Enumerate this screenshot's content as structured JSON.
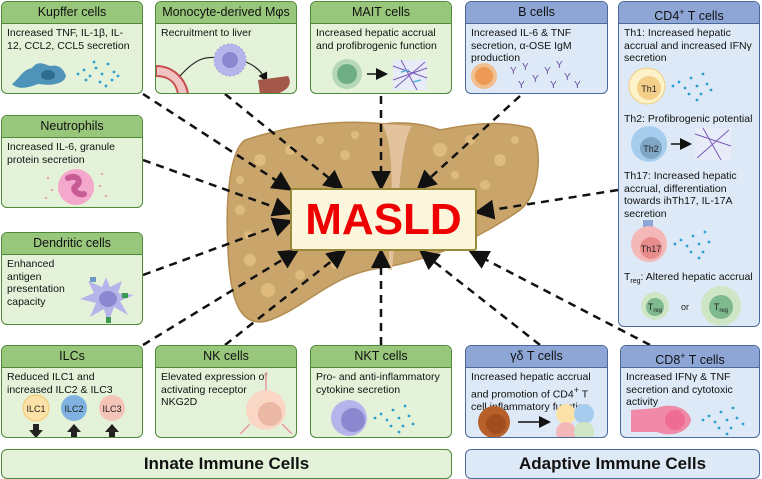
{
  "center": {
    "label": "MASLD",
    "organ_icon": "liver-icon"
  },
  "colors": {
    "innate_header": "#98c67b",
    "innate_body": "#e3f2d8",
    "adaptive_header": "#8ea6d6",
    "adaptive_body": "#dde9f6",
    "masld_text": "#ee0000"
  },
  "innate": {
    "banner": "Innate Immune Cells",
    "kupffer": {
      "title": "Kupffer cells",
      "desc": "Increased TNF, IL-1β, IL-12, CCL2, CCL5 secretion"
    },
    "monocyte": {
      "title": "Monocyte-derived Mφs",
      "desc": "Recruitment to liver"
    },
    "mait": {
      "title": "MAIT cells",
      "desc": "Increased hepatic accrual and profibrogenic function"
    },
    "neutrophils": {
      "title": "Neutrophils",
      "desc": "Increased IL-6, granule protein secretion"
    },
    "dendritic": {
      "title": "Dendritic cells",
      "desc": "Enhanced antigen presentation capacity"
    },
    "ilcs": {
      "title": "ILCs",
      "desc": "Reduced ILC1 and increased ILC2 & ILC3",
      "cells": [
        "ILC1",
        "ILC2",
        "ILC3"
      ],
      "trends": [
        "down",
        "up",
        "up"
      ]
    },
    "nk": {
      "title": "NK cells",
      "desc": "Elevated expression of activating receptor NKG2D"
    },
    "nkt": {
      "title": "NKT cells",
      "desc": "Pro- and anti-inflammatory cytokine secretion"
    }
  },
  "adaptive": {
    "banner": "Adaptive Immune Cells",
    "bcells": {
      "title": "B cells",
      "desc": "Increased IL-6 & TNF secretion, α-OSE IgM production"
    },
    "cd4": {
      "title_main": "CD4",
      "title_sup": "+",
      "title_rest": " T cells",
      "th1": {
        "desc": "Th1: Increased hepatic accrual and increased IFNγ secretion",
        "cell": "Th1"
      },
      "th2": {
        "desc": "Th2: Profibrogenic potential",
        "cell": "Th2"
      },
      "th17": {
        "desc": "Th17: Increased hepatic accrual, differentiation towards ihTh17, IL-17A secretion",
        "cell": "Th17"
      },
      "treg": {
        "desc_main": "T",
        "desc_sub": "reg",
        "desc_rest": ": Altered hepatic accrual",
        "cell_main": "T",
        "cell_sub": "reg",
        "or": "or"
      }
    },
    "gd": {
      "title": "γδ T cells",
      "desc_a": "Increased hepatic accrual and promotion of CD4",
      "desc_sup": "+",
      "desc_b": " T cell inflammatory function"
    },
    "cd8": {
      "title_main": "CD8",
      "title_sup": "+",
      "title_rest": " T cells",
      "desc": "Increased IFNγ & TNF secretion and cytotoxic activity"
    }
  }
}
